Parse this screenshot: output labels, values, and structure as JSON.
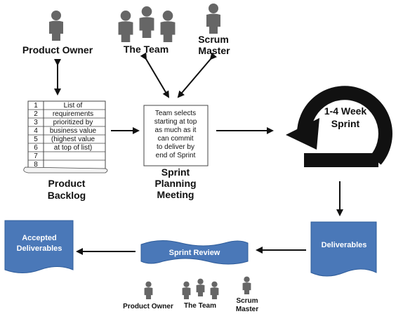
{
  "colors": {
    "person": "#666666",
    "box_blue": "#4a78b8",
    "box_border": "#2e5c9a",
    "arrow": "#111111",
    "sprint_loop": "#111111"
  },
  "roles": {
    "product_owner": "Product Owner",
    "the_team": "The Team",
    "scrum_master_line1": "Scrum",
    "scrum_master_line2": "Master"
  },
  "backlog": {
    "rows": [
      {
        "num": "1",
        "text": "List of"
      },
      {
        "num": "2",
        "text": "requirements"
      },
      {
        "num": "3",
        "text": "prioritized by"
      },
      {
        "num": "4",
        "text": "business value"
      },
      {
        "num": "5",
        "text": "(highest value"
      },
      {
        "num": "6",
        "text": "at top of list)"
      },
      {
        "num": "7",
        "text": ""
      },
      {
        "num": "8",
        "text": ""
      }
    ],
    "label_line1": "Product",
    "label_line2": "Backlog"
  },
  "planning": {
    "note_lines": [
      "Team selects",
      "starting at top",
      "as much as it",
      "can commit",
      "to deliver by",
      "end of Sprint"
    ],
    "label_line1": "Sprint",
    "label_line2": "Planning",
    "label_line3": "Meeting"
  },
  "sprint": {
    "label_line1": "1-4 Week",
    "label_line2": "Sprint"
  },
  "deliverables": "Deliverables",
  "review": "Sprint Review",
  "accepted": {
    "line1": "Accepted",
    "line2": "Deliverables"
  },
  "review_roles": {
    "product_owner": "Product Owner",
    "the_team": "The Team",
    "scrum_master_line1": "Scrum",
    "scrum_master_line2": "Master"
  }
}
